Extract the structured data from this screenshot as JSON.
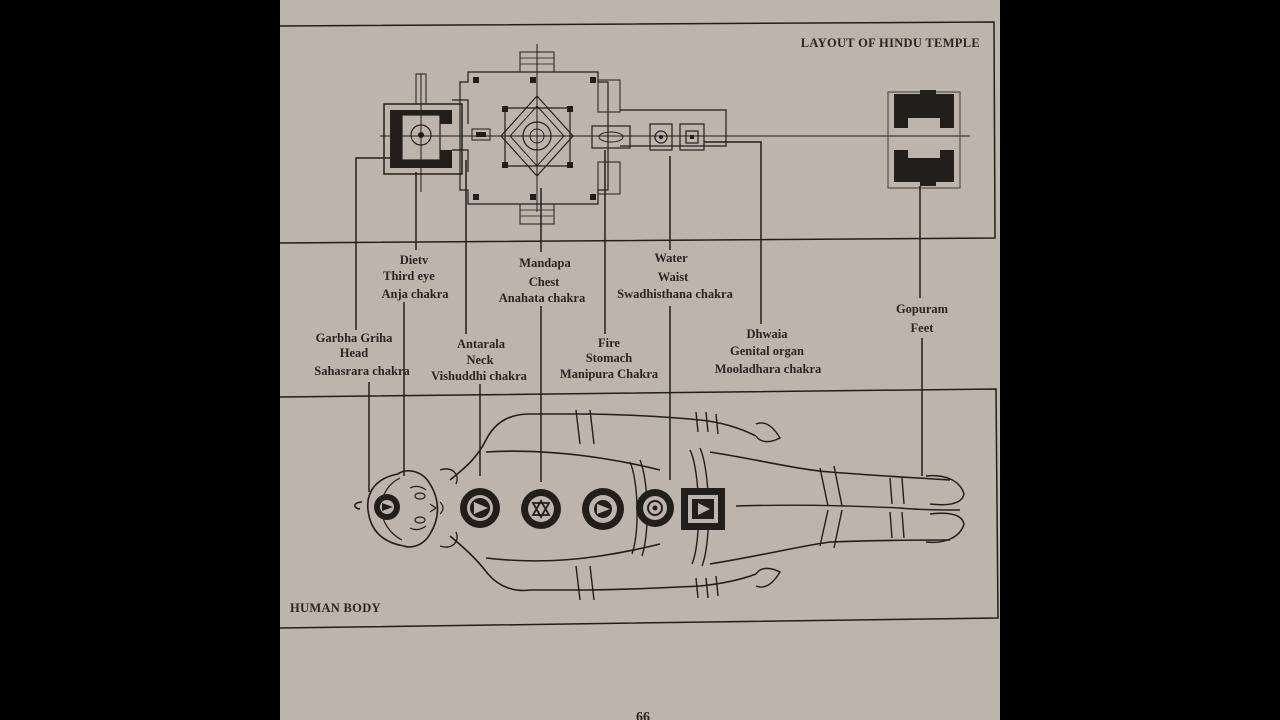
{
  "temple_section": {
    "title": "LAYOUT OF HINDU TEMPLE"
  },
  "body_section": {
    "title": "HUMAN BODY"
  },
  "labels": {
    "garbha": {
      "line1": "Garbha Griha",
      "line2": "Head",
      "line3": "Sahasrara chakra"
    },
    "dietv": {
      "line1": "Dietv",
      "line2": "Third eye",
      "line3": "Anja chakra"
    },
    "antarala": {
      "line1": "Antarala",
      "line2": "Neck",
      "line3": "Vishuddhi chakra"
    },
    "mandapa": {
      "line1": "Mandapa",
      "line2": "Chest",
      "line3": "Anahata chakra"
    },
    "fire": {
      "line1": "Fire",
      "line2": "Stomach",
      "line3": "Manipura Chakra"
    },
    "water": {
      "line1": "Water",
      "line2": "Waist",
      "line3": "Swadhisthana chakra"
    },
    "dhwaia": {
      "line1": "Dhwaia",
      "line2": "Genital organ",
      "line3": "Mooladhara chakra"
    },
    "gopuram": {
      "line1": "Gopuram",
      "line2": "Feet"
    }
  },
  "page_number": "66",
  "colors": {
    "paper": "#bdb4ab",
    "ink": "#221e1b",
    "background": "#000000"
  }
}
